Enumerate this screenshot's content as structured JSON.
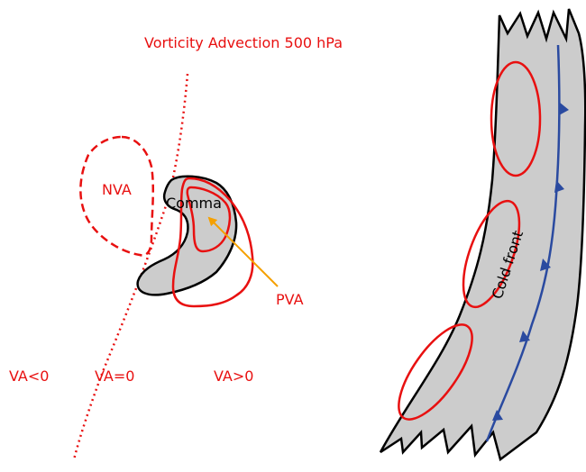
{
  "title": "Vorticity Advection 500 hPa",
  "labels": {
    "nva": "NVA",
    "comma": "Comma",
    "pva": "PVA",
    "va_neg": "VA<0",
    "va_zero": "VA=0",
    "va_pos": "VA>0",
    "cold_front": "Cold front"
  },
  "colors": {
    "red": "#e81010",
    "orange": "#f5a000",
    "cloud": "#cccccc",
    "front": "#2a4aa0"
  }
}
